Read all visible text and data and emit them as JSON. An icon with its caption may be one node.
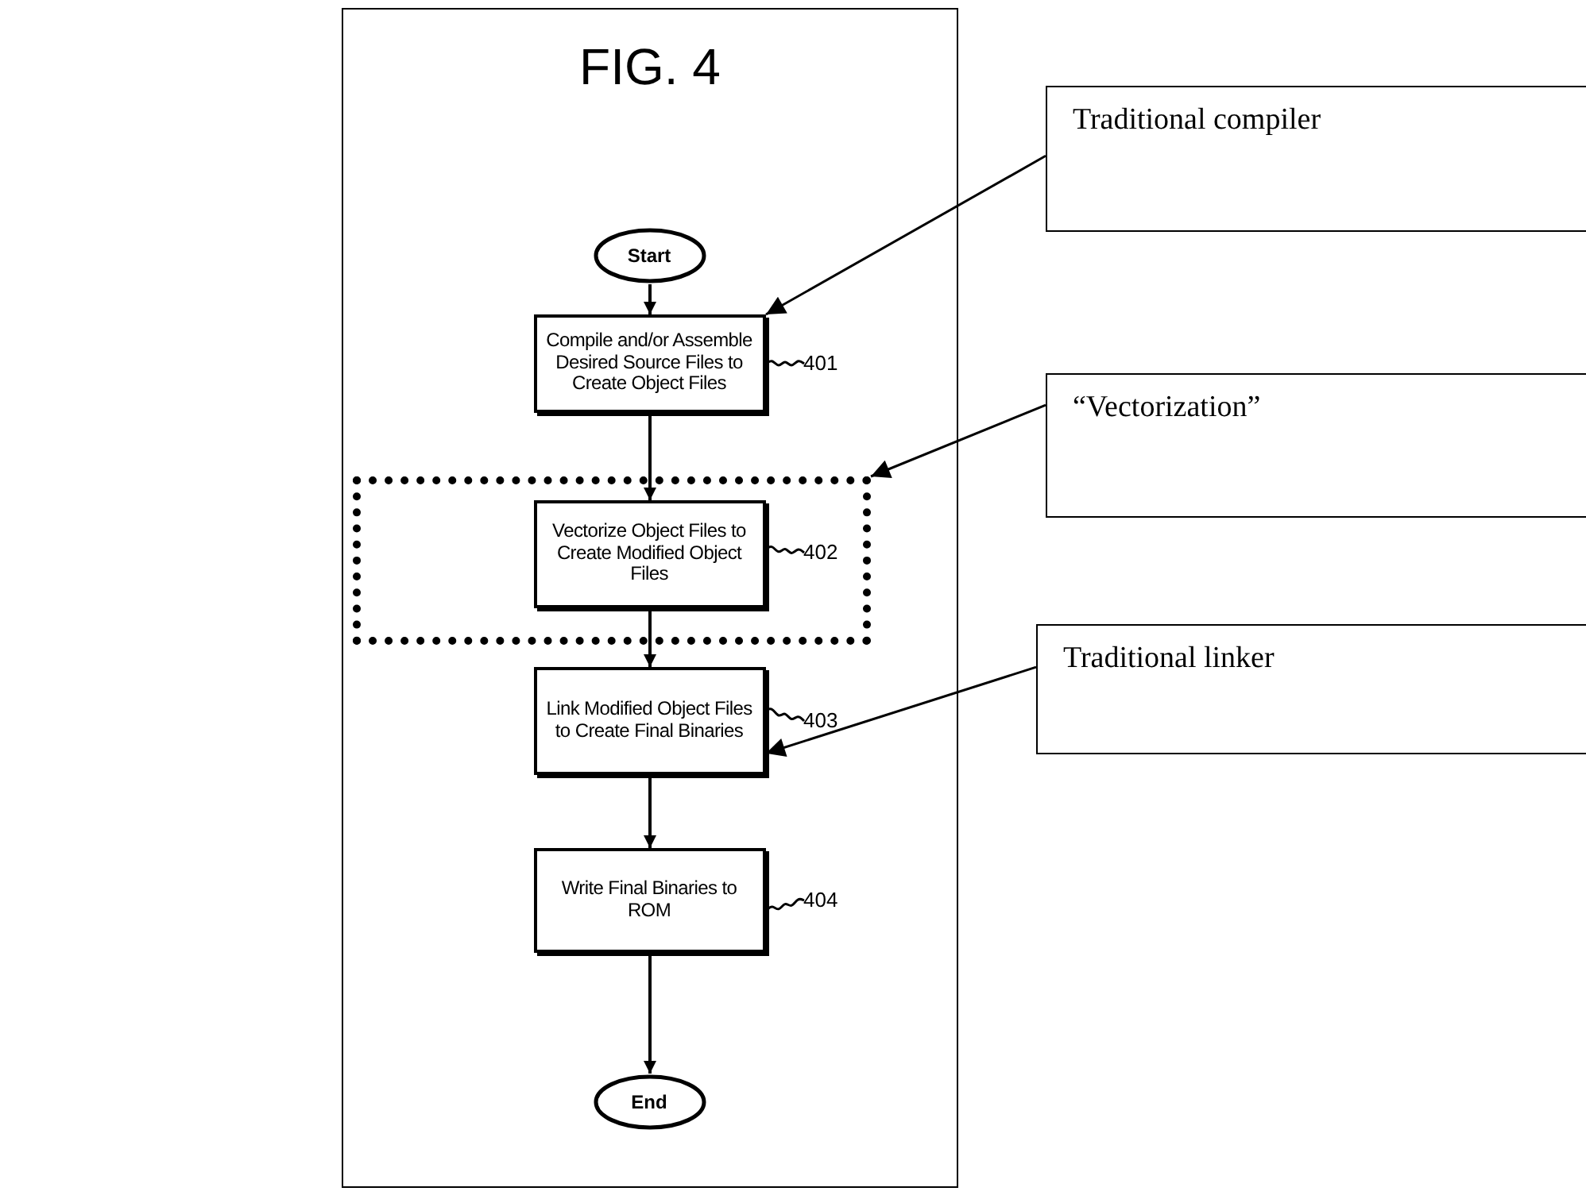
{
  "diagram": {
    "nodes": [
      {
        "text": [
          "FIG. 4"
        ]
      },
      {
        "text": [
          "Start"
        ],
        "in": 0
      },
      {
        "text": [
          "Compile and/or Assemble Desired Source Files to Create Object Files"
        ],
        "in": 0
      },
      {
        "text": [],
        "shape": "box",
        "in": 0
      },
      {
        "text": [
          "Vectorize Object Files to Create Modified Object Files"
        ],
        "in": 3
      },
      {
        "text": [
          "Link Modified Object Files to Create Final Binaries"
        ],
        "in": 0
      },
      {
        "text": [
          "Write Final Binaries to ROM"
        ],
        "in": 0
      },
      {
        "text": [
          "End"
        ],
        "in": 0
      },
      {
        "text": [
          "Traditional compiler"
        ]
      },
      {
        "text": [
          "“Vectorization”"
        ]
      },
      {
        "text": [
          "Traditional linker"
        ]
      },
      {
        "text": [
          "401"
        ],
        "in": 0
      },
      {
        "text": [
          "402"
        ],
        "in": 3
      },
      {
        "text": [
          "403"
        ],
        "in": 0
      },
      {
        "text": [
          "404"
        ],
        "in": 0
      }
    ],
    "edges": [
      {
        "from": 1,
        "to": 2,
        "arrow": "to"
      },
      {
        "from": 2,
        "to": 4,
        "arrow": "to"
      },
      {
        "from": 4,
        "to": 5,
        "arrow": "to"
      },
      {
        "from": 5,
        "to": 6,
        "arrow": "to"
      },
      {
        "from": 6,
        "to": 7,
        "arrow": "to"
      },
      {
        "from": 8,
        "to": 2,
        "arrow": "to"
      },
      {
        "from": 9,
        "to": 3,
        "arrow": "to"
      },
      {
        "from": 10,
        "to": 5,
        "arrow": "to"
      },
      {
        "from": 11,
        "to": 2,
        "arrow": "none"
      },
      {
        "from": 12,
        "to": 4,
        "arrow": "none"
      },
      {
        "from": 13,
        "to": 5,
        "arrow": "none"
      },
      {
        "from": 14,
        "to": 6,
        "arrow": "none"
      }
    ]
  }
}
